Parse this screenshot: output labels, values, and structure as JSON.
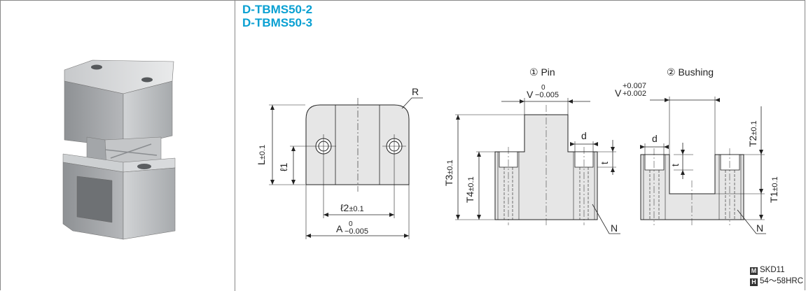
{
  "models": [
    "D-TBMS50-2",
    "D-TBMS50-3"
  ],
  "views": {
    "pin_title": "① Pin",
    "bushing_title": "② Bushing"
  },
  "dims": {
    "R": "R",
    "L": "L",
    "L_tol": "±0.1",
    "l1": "ℓ1",
    "l2": "ℓ2",
    "l2_tol": "±0.1",
    "A": "A",
    "A_tol_upper": "0",
    "A_tol_lower": "−0.005",
    "V_pin": "V",
    "V_pin_tol_upper": "0",
    "V_pin_tol_lower": "−0.005",
    "V_bush": "V",
    "V_bush_tol_upper": "+0.007",
    "V_bush_tol_lower": "+0.002",
    "T3": "T3",
    "T3_tol": "±0.1",
    "T4": "T4",
    "T4_tol": "±0.1",
    "T2": "T2",
    "T2_tol": "±0.1",
    "T1": "T1",
    "T1_tol": "±0.1",
    "d": "d",
    "t": "t",
    "N": "N"
  },
  "material": {
    "m_icon": "M",
    "m_value": "SKD11",
    "h_icon": "H",
    "h_value": "54〜58HRC"
  },
  "colors": {
    "title": "#0aa0d2",
    "part_fill": "#e6e6e6",
    "line": "#222222"
  }
}
